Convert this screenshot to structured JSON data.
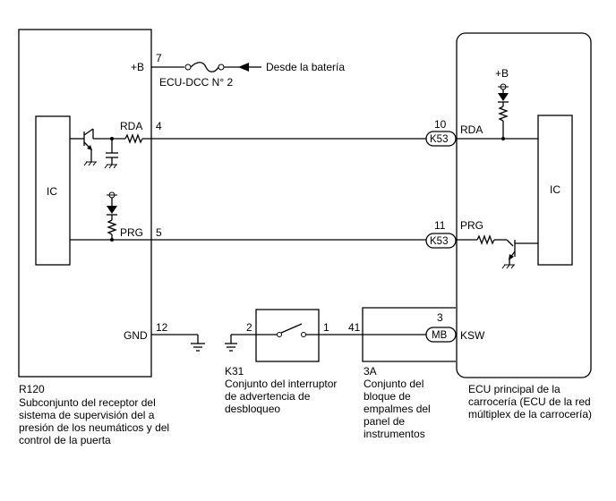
{
  "left_unit": {
    "code": "R120",
    "name_lines": [
      "Subconjunto del receptor del",
      "sistema de supervisión del a",
      "presión de los neumáticos y del",
      "control de la puerta"
    ],
    "ic_label": "IC",
    "pins": [
      {
        "num": "7",
        "label": "+B"
      },
      {
        "num": "4",
        "label": "RDA"
      },
      {
        "num": "5",
        "label": "PRG"
      },
      {
        "num": "12",
        "label": "GND"
      }
    ]
  },
  "right_unit": {
    "name_lines": [
      "ECU principal de la",
      "carrocería (ECU de la red",
      "múltiplex de la carrocería)"
    ],
    "ic_label": "IC",
    "supply_label": "+B",
    "pins": [
      {
        "num": "10",
        "label": "RDA",
        "connector": "K53"
      },
      {
        "num": "11",
        "label": "PRG",
        "connector": "K53"
      },
      {
        "num": "3",
        "label": "KSW",
        "connector": "MB"
      }
    ]
  },
  "fuse": {
    "label": "ECU-DCC N° 2",
    "source": "Desde la batería"
  },
  "switch": {
    "code": "K31",
    "name_lines": [
      "Conjunto del interruptor",
      "de advertencia de",
      "desbloqueo"
    ],
    "pin_left": "2",
    "pin_right": "1"
  },
  "junction": {
    "code": "3A",
    "name_lines": [
      "Conjunto del",
      "bloque de",
      "empalmes del",
      "panel de",
      "instrumentos"
    ],
    "pin_in": "41"
  }
}
